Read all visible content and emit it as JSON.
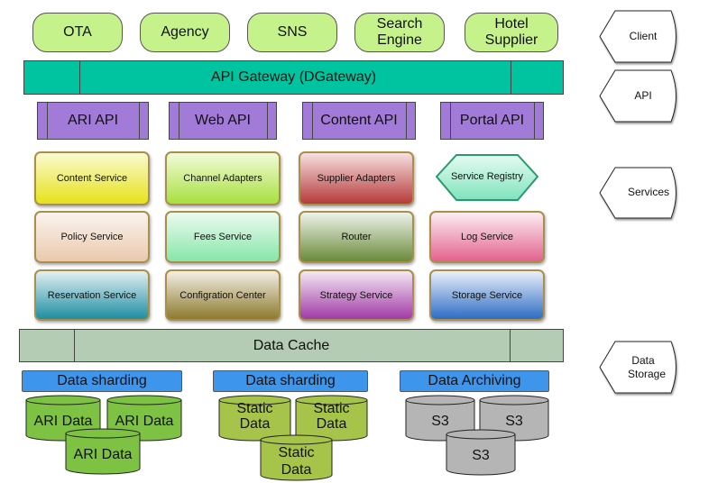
{
  "clients": [
    "OTA",
    "Agency",
    "SNS",
    "Search Engine",
    "Hotel Supplier"
  ],
  "gateway": "API Gateway (DGateway)",
  "apis": [
    "ARI API",
    "Web API",
    "Content API",
    "Portal API"
  ],
  "services": [
    {
      "label": "Content Service",
      "colors": [
        "#fafad0",
        "#e6e21a"
      ]
    },
    {
      "label": "Channel Adapters",
      "colors": [
        "#f2fbd8",
        "#a8e040"
      ]
    },
    {
      "label": "Supplier Adapters",
      "colors": [
        "#f6e0e0",
        "#b53a3a"
      ]
    },
    {
      "label": "Service Registry",
      "colors": [
        "#e6fbf2",
        "#7fe3bd"
      ],
      "shape": "diamond"
    },
    {
      "label": "Policy Service",
      "colors": [
        "#fbf4ee",
        "#e9c9ae"
      ]
    },
    {
      "label": "Fees Service",
      "colors": [
        "#ecfbf0",
        "#86e6a8"
      ]
    },
    {
      "label": "Router",
      "colors": [
        "#eef3ea",
        "#6a8a3a"
      ]
    },
    {
      "label": "Log Service",
      "colors": [
        "#fbeef2",
        "#e2628e"
      ]
    },
    {
      "label": "Reservation Service",
      "colors": [
        "#e2f0f3",
        "#1e8ea2"
      ]
    },
    {
      "label": "Configration Center",
      "colors": [
        "#f3efe6",
        "#8d7a2e"
      ]
    },
    {
      "label": "Strategy Service",
      "colors": [
        "#f4e8f4",
        "#a03aa6"
      ]
    },
    {
      "label": "Storage Service",
      "colors": [
        "#eaf0fa",
        "#2d6cc4"
      ]
    }
  ],
  "cache": "Data Cache",
  "storage_groups": [
    {
      "header": "Data sharding",
      "items": [
        "ARI Data",
        "ARI Data",
        "ARI Data"
      ],
      "color": "#7dc242"
    },
    {
      "header": "Data sharding",
      "items": [
        "Static Data",
        "Static Data",
        "Static Data"
      ],
      "color": "#a6c44a"
    },
    {
      "header": "Data Archiving",
      "items": [
        "S3",
        "S3",
        "S3"
      ],
      "color": "#b5b5b5"
    }
  ],
  "layers": [
    "Client",
    "API",
    "Services",
    "Data Storage"
  ],
  "colors": {
    "client": "#c5f28a",
    "gateway": "#00c4a0",
    "api": "#a27ad8",
    "cache": "#b4cbb4",
    "shard": "#3d95ec"
  }
}
